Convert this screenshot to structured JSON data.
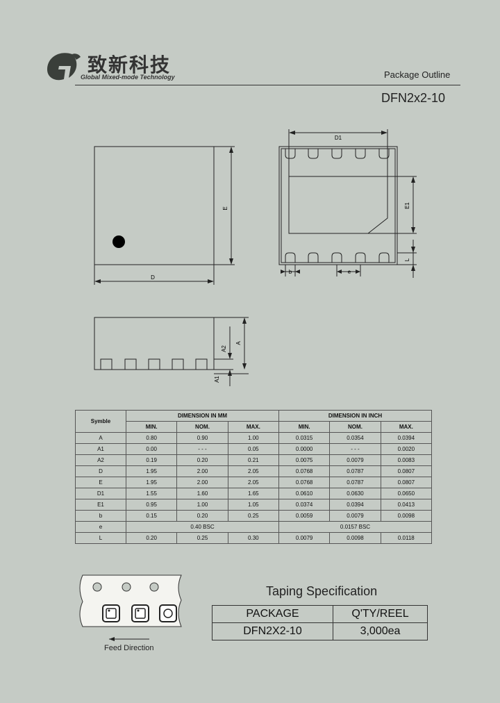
{
  "header": {
    "logo_cn": "致新科技",
    "logo_en": "Global Mixed-mode Technology",
    "subtitle": "Package Outline",
    "package_name": "DFN2x2-10"
  },
  "drawing_labels": {
    "D": "D",
    "E": "E",
    "D1": "D1",
    "E1": "E1",
    "b": "b",
    "e": "e",
    "L": "L",
    "A": "A",
    "A1": "A1",
    "A2": "A2"
  },
  "dim_table": {
    "symbol_header": "Symble",
    "mm_header": "DIMENSION IN MM",
    "inch_header": "DIMENSION IN INCH",
    "subheaders": [
      "MIN.",
      "NOM.",
      "MAX.",
      "MIN.",
      "NOM.",
      "MAX."
    ],
    "rows": [
      {
        "sym": "A",
        "v": [
          "0.80",
          "0.90",
          "1.00",
          "0.0315",
          "0.0354",
          "0.0394"
        ]
      },
      {
        "sym": "A1",
        "v": [
          "0.00",
          "- - -",
          "0.05",
          "0.0000",
          "- - -",
          "0.0020"
        ]
      },
      {
        "sym": "A2",
        "v": [
          "0.19",
          "0.20",
          "0.21",
          "0.0075",
          "0.0079",
          "0.0083"
        ]
      },
      {
        "sym": "D",
        "v": [
          "1.95",
          "2.00",
          "2.05",
          "0.0768",
          "0.0787",
          "0.0807"
        ]
      },
      {
        "sym": "E",
        "v": [
          "1.95",
          "2.00",
          "2.05",
          "0.0768",
          "0.0787",
          "0.0807"
        ]
      },
      {
        "sym": "D1",
        "v": [
          "1.55",
          "1.60",
          "1.65",
          "0.0610",
          "0.0630",
          "0.0650"
        ]
      },
      {
        "sym": "E1",
        "v": [
          "0.95",
          "1.00",
          "1.05",
          "0.0374",
          "0.0394",
          "0.0413"
        ]
      },
      {
        "sym": "b",
        "v": [
          "0.15",
          "0.20",
          "0.25",
          "0.0059",
          "0.0079",
          "0.0098"
        ]
      }
    ],
    "e_row": {
      "sym": "e",
      "mm": "0.40 BSC",
      "inch": "0.0157 BSC"
    },
    "L_row": {
      "sym": "L",
      "v": [
        "0.20",
        "0.25",
        "0.30",
        "0.0079",
        "0.0098",
        "0.0118"
      ]
    }
  },
  "taping": {
    "title": "Taping Specification",
    "col1_header": "PACKAGE",
    "col2_header": "Q'TY/REEL",
    "package": "DFN2X2-10",
    "qty": "3,000ea",
    "feed_label": "Feed Direction"
  }
}
